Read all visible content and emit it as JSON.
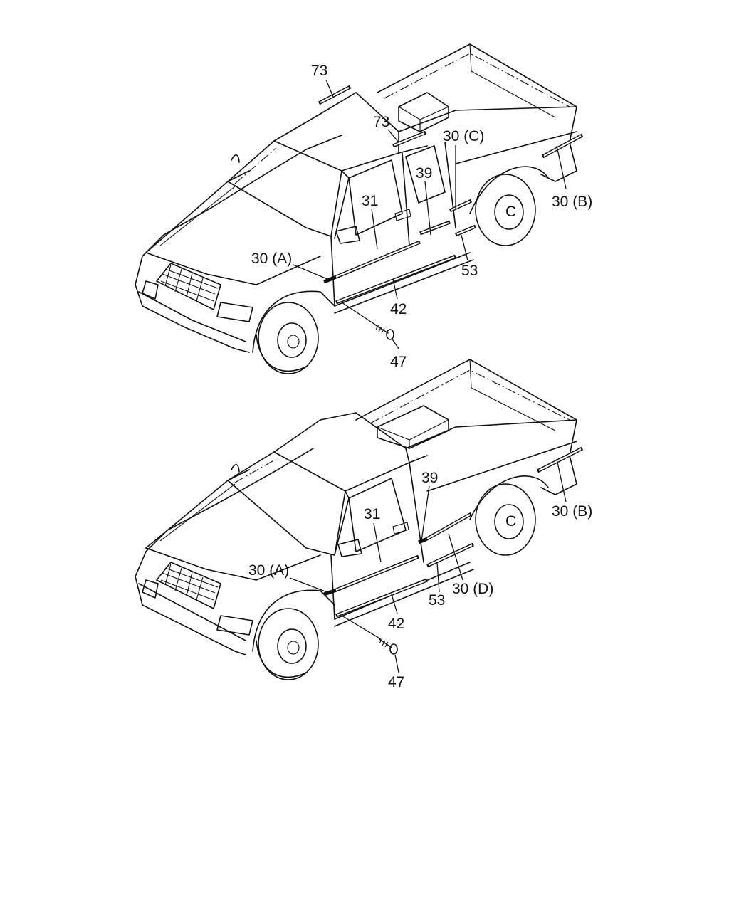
{
  "figure": {
    "top_view": {
      "callouts": {
        "c73_roof": "73",
        "c73_rear": "73",
        "c30c": "30 (C)",
        "c39": "39",
        "c31": "31",
        "c30b": "30 (B)",
        "c30a": "30 (A)",
        "c53": "53",
        "c42": "42",
        "c47": "47"
      }
    },
    "bottom_view": {
      "callouts": {
        "c39": "39",
        "c31": "31",
        "c30b": "30 (B)",
        "c30a": "30 (A)",
        "c53": "53",
        "c30d": "30 (D)",
        "c42": "42",
        "c47": "47"
      }
    }
  }
}
